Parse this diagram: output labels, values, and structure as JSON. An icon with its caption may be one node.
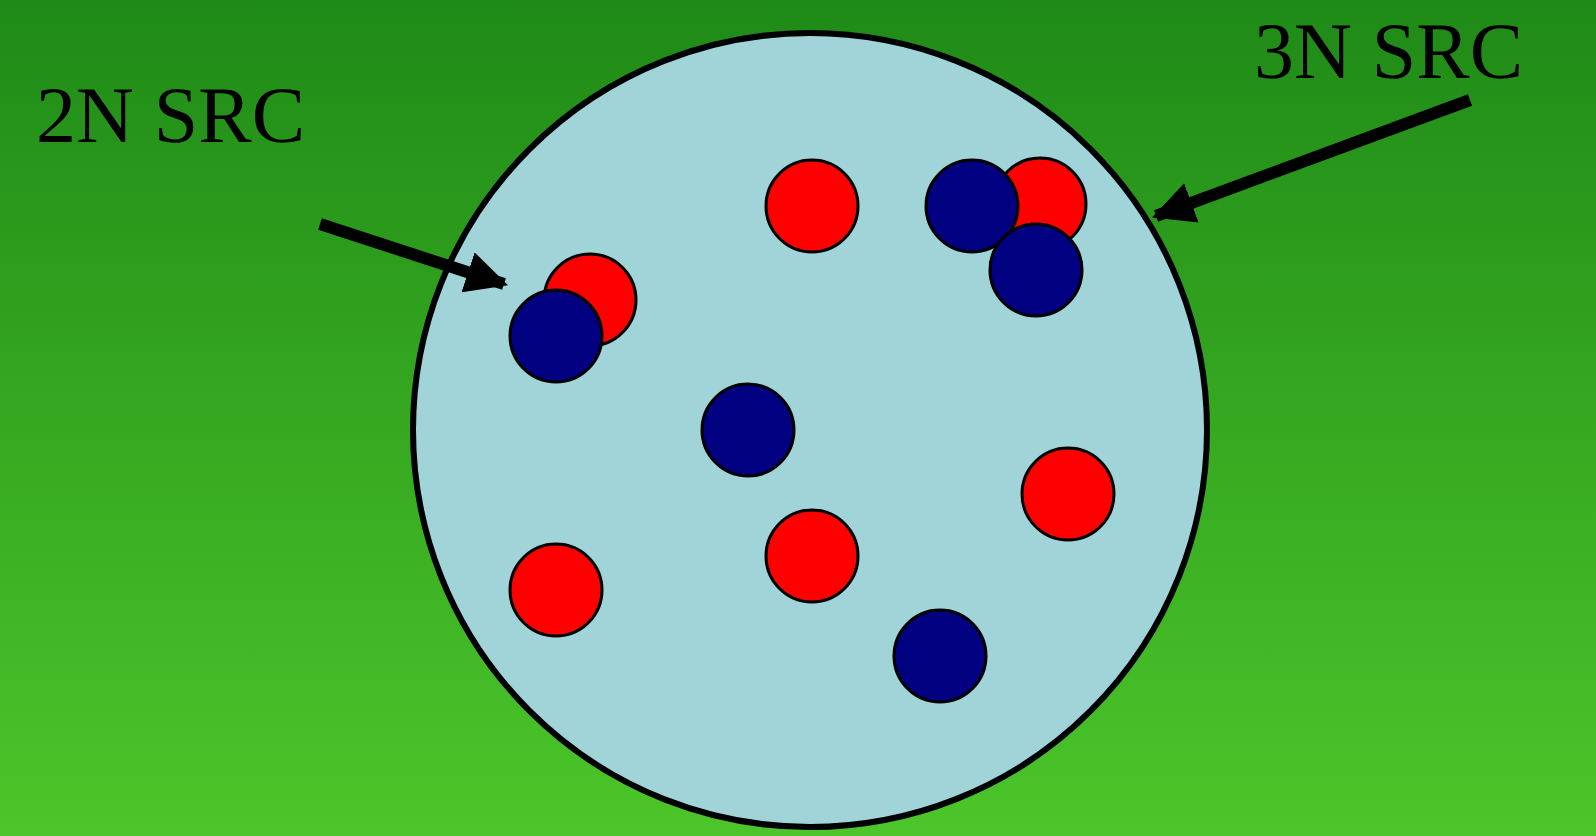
{
  "diagram": {
    "nodes": [
      {
        "text": [
          "2N SRC"
        ]
      },
      {
        "text": [
          "3N SRC"
        ]
      },
      {
        "text": [],
        "shape": "circle"
      },
      {
        "text": [],
        "shape": "circle",
        "in": 2
      },
      {
        "text": [],
        "shape": "circle",
        "in": 2
      },
      {
        "text": [],
        "shape": "circle",
        "in": 2
      },
      {
        "text": [],
        "shape": "circle",
        "in": 2
      },
      {
        "text": [],
        "shape": "circle",
        "in": 2
      },
      {
        "text": [],
        "shape": "circle",
        "in": 2
      },
      {
        "text": [],
        "shape": "circle",
        "in": 2
      },
      {
        "text": [],
        "shape": "circle",
        "in": 2
      }
    ],
    "edges": [
      {
        "from": 0,
        "to": 3,
        "arrow": "to"
      },
      {
        "from": 1,
        "to": 4,
        "arrow": "to"
      }
    ]
  }
}
